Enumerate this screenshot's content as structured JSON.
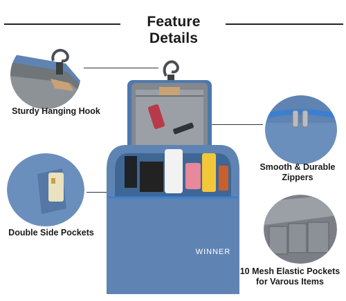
{
  "header": {
    "title": "Feature Details"
  },
  "features": {
    "hook": "Sturdy Hanging Hook",
    "zippers_line1": "Smooth & Durable",
    "zippers_line2": "Zippers",
    "pockets": "Double Side Pockets",
    "mesh_line1": "10 Mesh Elastic  Pockets",
    "mesh_line2": "for Varous Items"
  },
  "product": {
    "brand": "WINNER"
  },
  "colors": {
    "bag_blue": "#5f84b3",
    "bag_dark": "#476c99",
    "lining_gray": "#7d8288",
    "zip_blue": "#3c7fd1"
  }
}
